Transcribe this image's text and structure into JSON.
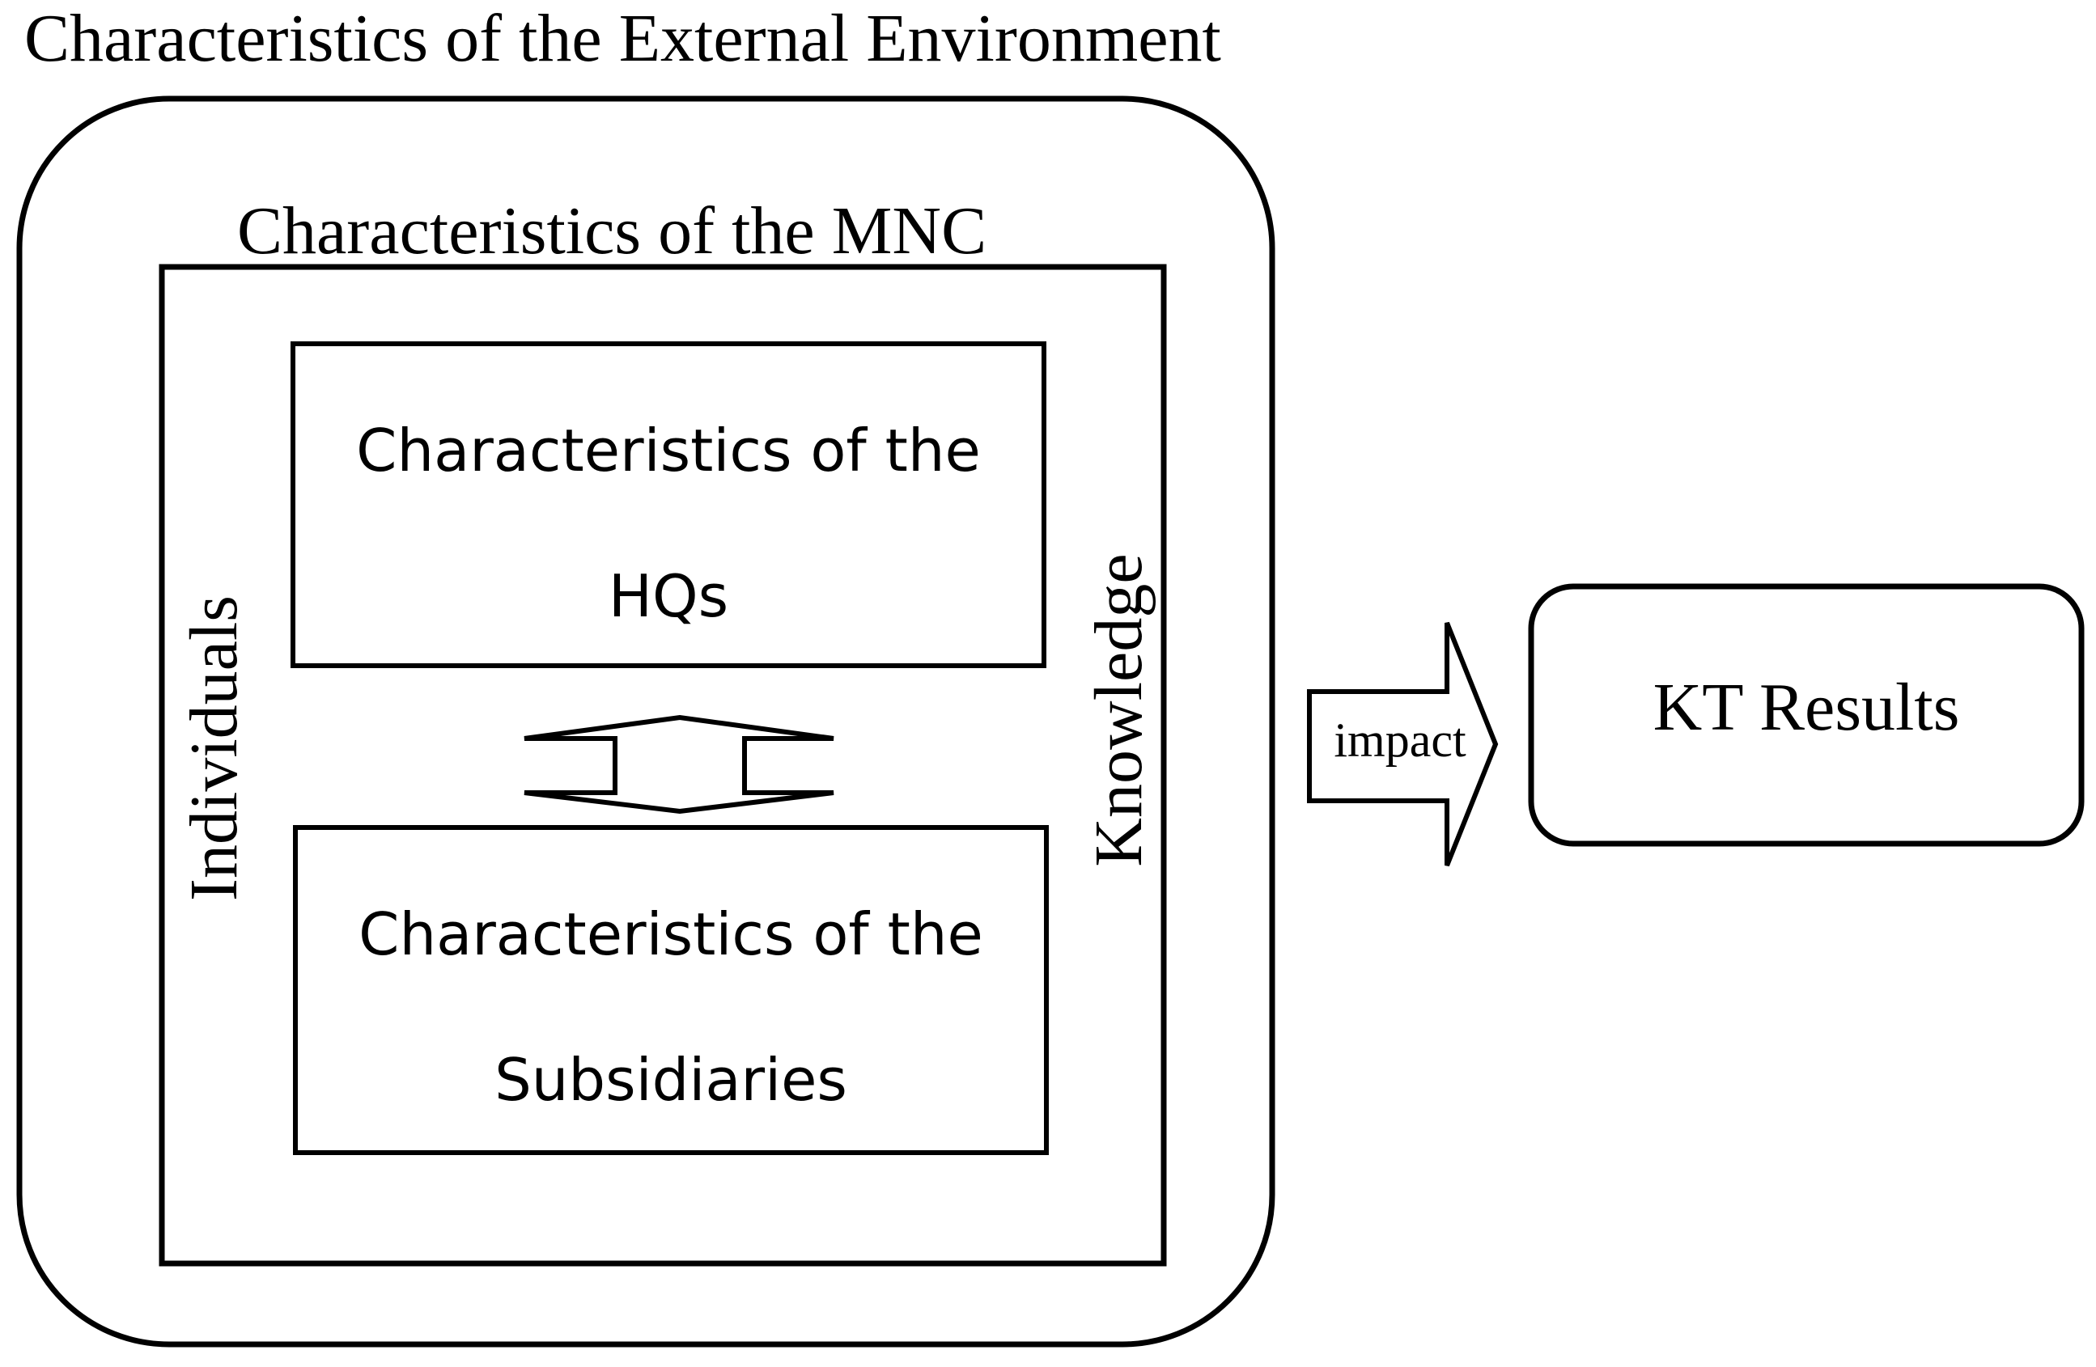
{
  "diagram": {
    "external_environment_label": "Characteristics of the External Environment",
    "mnc_label": "Characteristics of the MNC",
    "hqs_box": {
      "line1": "Characteristics of the",
      "line2": "HQs"
    },
    "subsidiaries_box": {
      "line1": "Characteristics of the",
      "line2": "Subsidiaries"
    },
    "left_side_label": "Individuals",
    "right_side_label": "Knowledge",
    "arrow_label": "impact",
    "result_box_label": "KT Results"
  },
  "colors": {
    "stroke": "#000000",
    "fill": "#ffffff",
    "text": "#000000"
  }
}
